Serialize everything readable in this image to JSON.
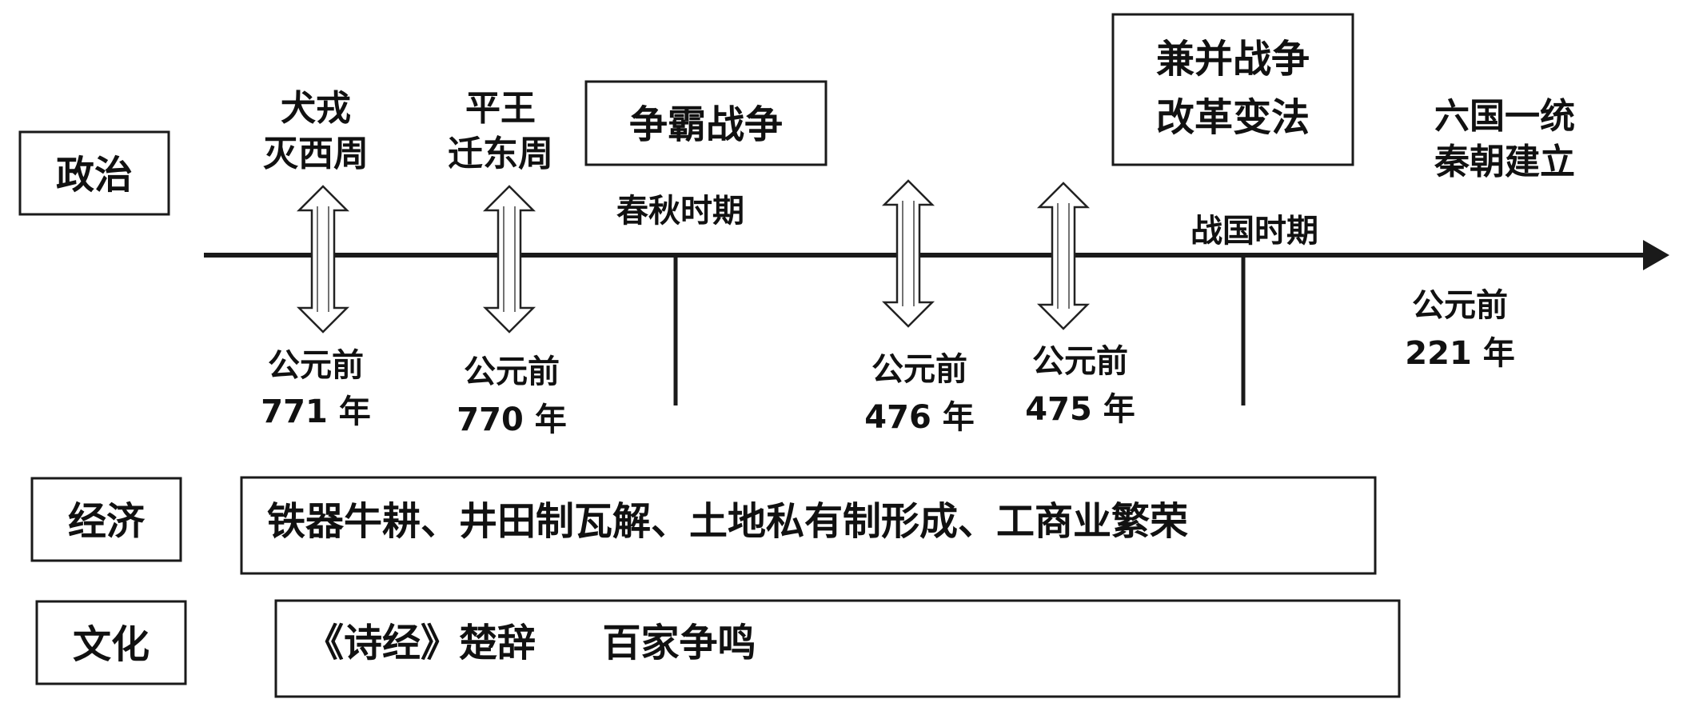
{
  "rows": {
    "politics": "政治",
    "economy": "经济",
    "culture": "文化"
  },
  "events": {
    "e771": {
      "line1": "犬戎",
      "line2": "灭西周",
      "date1": "公元前",
      "date2": "771 年"
    },
    "e770": {
      "line1": "平王",
      "line2": "迁东周",
      "date1": "公元前",
      "date2": "770 年"
    },
    "e476": {
      "date1": "公元前",
      "date2": "476 年"
    },
    "e475": {
      "date1": "公元前",
      "date2": "475 年"
    },
    "e221": {
      "line1": "六国一统",
      "line2": "秦朝建立",
      "date1": "公元前",
      "date2": "221 年"
    }
  },
  "periods": {
    "spring_autumn": "春秋时期",
    "warring_states": "战国时期"
  },
  "boxes": {
    "hegemony": "争霸战争",
    "annexation_1": "兼并战争",
    "annexation_2": "改革变法"
  },
  "economy_text": "铁器牛耕、井田制瓦解、土地私有制形成、工商业繁荣",
  "culture_text": "《诗经》楚辞     百家争鸣"
}
